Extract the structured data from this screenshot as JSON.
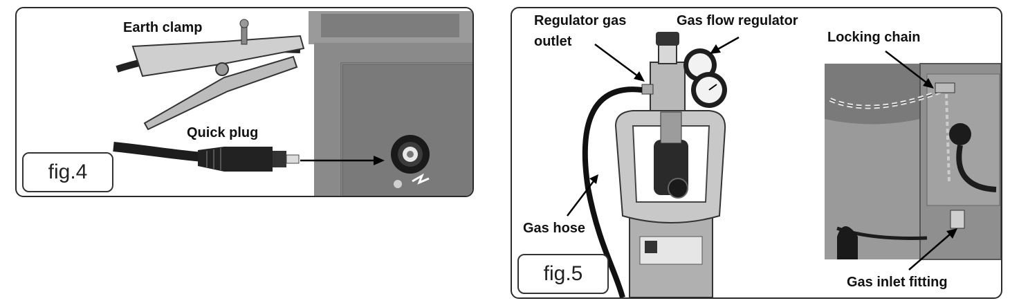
{
  "fig4": {
    "caption": "fig.4",
    "labels": {
      "earth_clamp": "Earth clamp",
      "quick_plug": "Quick plug"
    }
  },
  "fig5": {
    "caption": "fig.5",
    "labels": {
      "regulator_gas_outlet_line1": "Regulator gas",
      "regulator_gas_outlet_line2": "outlet",
      "gas_flow_regulator": "Gas flow regulator",
      "locking_chain": "Locking chain",
      "gas_hose": "Gas hose",
      "gas_inlet_fitting": "Gas inlet fitting"
    }
  },
  "colors": {
    "frame": "#2a2a2a",
    "machine_gray": "#8d8d8d",
    "cylinder_gray": "#b5b5b5",
    "text": "#111111"
  }
}
